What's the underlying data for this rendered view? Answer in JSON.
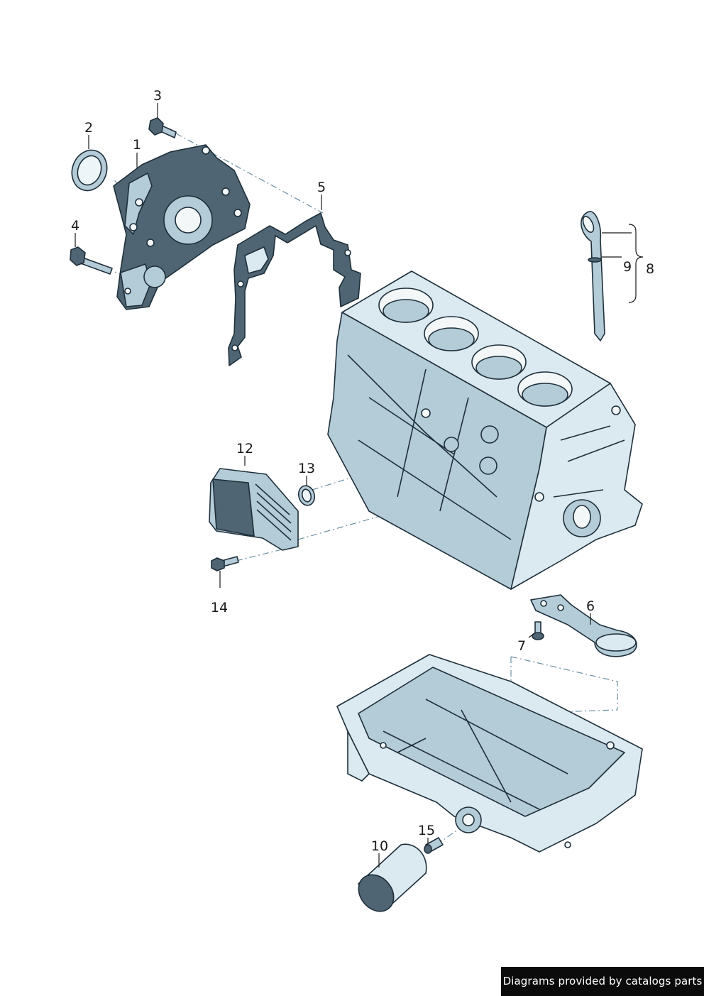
{
  "diagram": {
    "callouts": [
      {
        "id": "c1",
        "label": "1"
      },
      {
        "id": "c2",
        "label": "2"
      },
      {
        "id": "c3",
        "label": "3"
      },
      {
        "id": "c4",
        "label": "4"
      },
      {
        "id": "c5",
        "label": "5"
      },
      {
        "id": "c6",
        "label": "6"
      },
      {
        "id": "c7",
        "label": "7"
      },
      {
        "id": "c8",
        "label": "8"
      },
      {
        "id": "c9",
        "label": "9"
      },
      {
        "id": "c10",
        "label": "10"
      },
      {
        "id": "c12",
        "label": "12"
      },
      {
        "id": "c13",
        "label": "13"
      },
      {
        "id": "c14",
        "label": "14"
      },
      {
        "id": "c15",
        "label": "15"
      }
    ]
  },
  "footer": {
    "credit": "Diagrams provided by catalogs parts"
  },
  "colors": {
    "part_dark": "#4f6573",
    "part_mid": "#b4ccd8",
    "part_light": "#dbe9f0",
    "outline": "#1e2f3a",
    "banner_bg": "#0b0b0b",
    "banner_text": "#ffffff"
  }
}
